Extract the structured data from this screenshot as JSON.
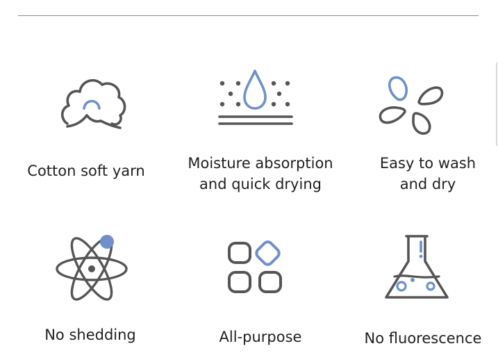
{
  "features": [
    {
      "id": "cotton",
      "icon": "cotton-icon",
      "lines": [
        "Cotton soft yarn"
      ]
    },
    {
      "id": "moisture",
      "icon": "water-drop-fabric-icon",
      "lines": [
        "Moisture absorption",
        "and quick drying"
      ]
    },
    {
      "id": "wash",
      "icon": "fan-icon",
      "lines": [
        "Easy to wash",
        "and dry"
      ]
    },
    {
      "id": "shedding",
      "icon": "atom-icon",
      "lines": [
        "No shedding"
      ]
    },
    {
      "id": "purpose",
      "icon": "app-grid-icon",
      "lines": [
        "All-purpose"
      ]
    },
    {
      "id": "fluorescence",
      "icon": "flask-icon",
      "lines": [
        "No fluorescence"
      ]
    }
  ],
  "colors": {
    "icon_stroke": "#555555",
    "accent_blue": "#6f90c8",
    "text": "#1f1f1f"
  }
}
